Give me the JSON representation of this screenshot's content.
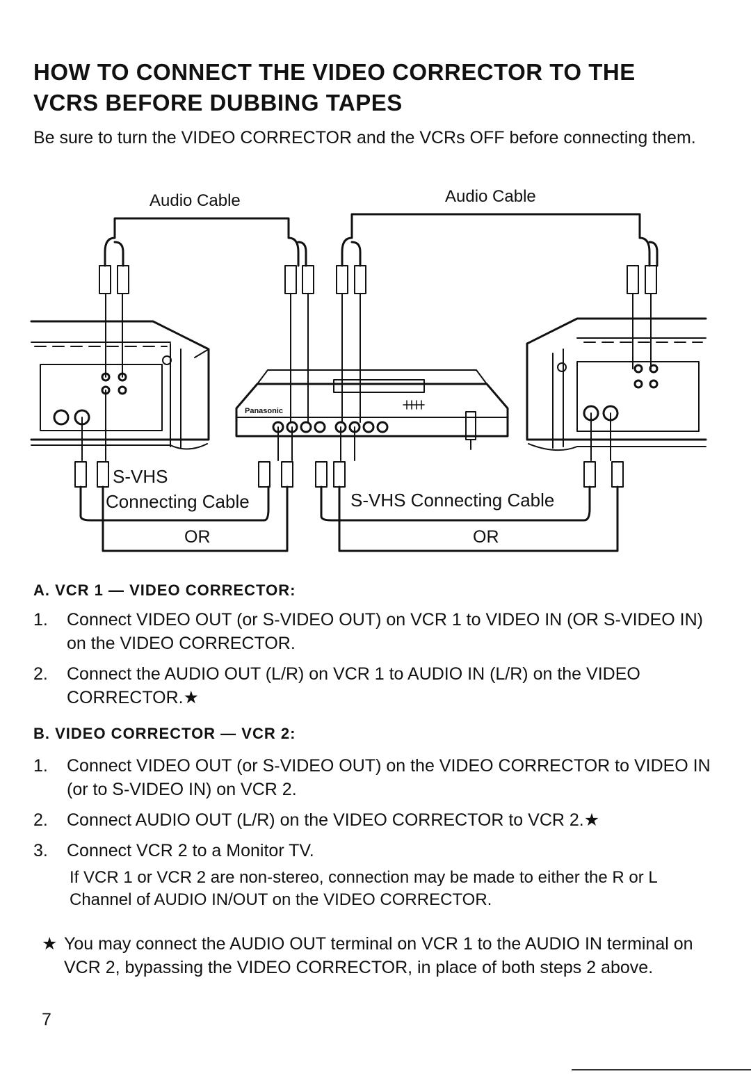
{
  "title_line1": "HOW TO CONNECT THE VIDEO CORRECTOR TO THE",
  "title_line2": "VCRS BEFORE DUBBING TAPES",
  "intro": "Be sure to turn the VIDEO CORRECTOR and the VCRs OFF before connecting them.",
  "diagram": {
    "audio_cable_left": "Audio Cable",
    "audio_cable_right": "Audio Cable",
    "svhs_left_line1": "S-VHS",
    "svhs_left_line2": "Connecting Cable",
    "svhs_right": "S-VHS Connecting Cable",
    "or_left": "OR",
    "or_right": "OR",
    "brand": "Panasonic"
  },
  "section_a": {
    "heading": "A.  VCR 1 — VIDEO CORRECTOR:",
    "steps": [
      {
        "num": "1.",
        "text": "Connect VIDEO OUT (or S-VIDEO OUT) on VCR 1 to VIDEO IN (OR S-VIDEO IN) on the VIDEO CORRECTOR."
      },
      {
        "num": "2.",
        "text": "Connect the AUDIO OUT (L/R) on VCR 1 to AUDIO IN (L/R) on the VIDEO CORRECTOR.★"
      }
    ]
  },
  "section_b": {
    "heading": "B.  VIDEO CORRECTOR — VCR 2:",
    "steps": [
      {
        "num": "1.",
        "text": "Connect VIDEO OUT (or S-VIDEO OUT) on the VIDEO CORRECTOR to VIDEO IN (or to S-VIDEO IN) on VCR 2."
      },
      {
        "num": "2.",
        "text": "Connect AUDIO OUT (L/R) on the VIDEO CORRECTOR to VCR 2.★"
      },
      {
        "num": "3.",
        "text": "Connect VCR 2 to a Monitor TV."
      }
    ],
    "note": "If VCR 1 or VCR 2 are non-stereo, connection may be made to either the R or L Channel of AUDIO IN/OUT on the VIDEO CORRECTOR."
  },
  "footnote": {
    "star": "★",
    "text": "You may connect the AUDIO OUT terminal on VCR 1 to the AUDIO IN terminal on VCR 2, bypassing the VIDEO CORRECTOR, in place of both steps 2 above."
  },
  "page_number": "7"
}
